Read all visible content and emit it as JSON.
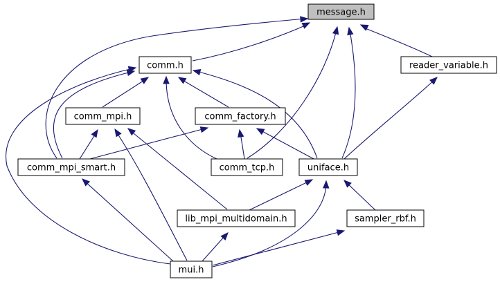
{
  "diagram": {
    "type": "include-dependency-graph",
    "colors": {
      "edge": "#191970",
      "node_fill": "#ffffff",
      "root_fill": "#bfbfbf",
      "border": "#000000"
    },
    "nodes": {
      "message": {
        "label": "message.h",
        "root": true
      },
      "comm": {
        "label": "comm.h"
      },
      "reader_variable": {
        "label": "reader_variable.h"
      },
      "comm_mpi": {
        "label": "comm_mpi.h"
      },
      "comm_factory": {
        "label": "comm_factory.h"
      },
      "comm_mpi_smart": {
        "label": "comm_mpi_smart.h"
      },
      "comm_tcp": {
        "label": "comm_tcp.h"
      },
      "uniface": {
        "label": "uniface.h"
      },
      "lib_mpi_multidomain": {
        "label": "lib_mpi_multidomain.h"
      },
      "sampler_rbf": {
        "label": "sampler_rbf.h"
      },
      "mui": {
        "label": "mui.h"
      }
    },
    "edges": [
      {
        "from": "comm",
        "to": "message"
      },
      {
        "from": "reader_variable",
        "to": "message"
      },
      {
        "from": "comm_mpi_smart",
        "to": "message"
      },
      {
        "from": "comm_tcp",
        "to": "message"
      },
      {
        "from": "uniface",
        "to": "message"
      },
      {
        "from": "comm_mpi",
        "to": "comm"
      },
      {
        "from": "comm_factory",
        "to": "comm"
      },
      {
        "from": "comm_mpi_smart",
        "to": "comm"
      },
      {
        "from": "comm_tcp",
        "to": "comm"
      },
      {
        "from": "uniface",
        "to": "comm"
      },
      {
        "from": "mui",
        "to": "comm"
      },
      {
        "from": "comm_mpi_smart",
        "to": "comm_mpi"
      },
      {
        "from": "lib_mpi_multidomain",
        "to": "comm_mpi"
      },
      {
        "from": "mui",
        "to": "comm_mpi"
      },
      {
        "from": "comm_mpi_smart",
        "to": "comm_factory"
      },
      {
        "from": "comm_tcp",
        "to": "comm_factory"
      },
      {
        "from": "uniface",
        "to": "comm_factory"
      },
      {
        "from": "uniface",
        "to": "reader_variable"
      },
      {
        "from": "mui",
        "to": "comm_mpi_smart"
      },
      {
        "from": "lib_mpi_multidomain",
        "to": "uniface"
      },
      {
        "from": "sampler_rbf",
        "to": "uniface"
      },
      {
        "from": "mui",
        "to": "uniface"
      },
      {
        "from": "mui",
        "to": "lib_mpi_multidomain"
      },
      {
        "from": "mui",
        "to": "sampler_rbf"
      }
    ]
  }
}
